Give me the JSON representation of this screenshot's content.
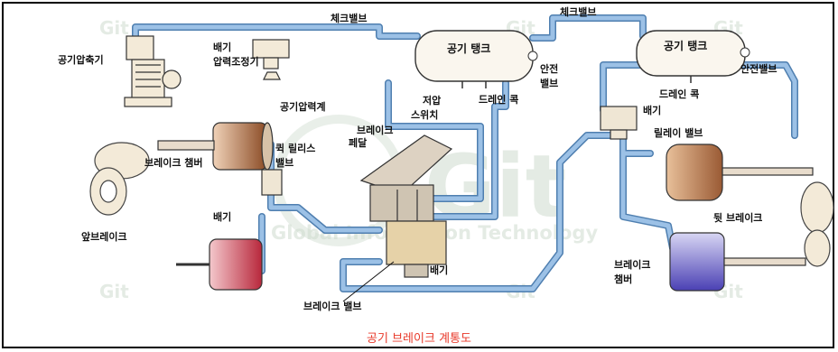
{
  "colors": {
    "pipe": "#9cc1e6",
    "pipe_edge": "#4f7fb0",
    "caption": "#e8392a",
    "watermark": "#cfdccf",
    "chamber_red": "#c0394a",
    "chamber_brown": "#9a5a34",
    "chamber_purple": "#6a62c8"
  },
  "labels": {
    "compressor": "공기압축기",
    "exhaust_regulator_1": "배기",
    "exhaust_regulator_2": "압력조정기",
    "check_valve_1": "체크밸브",
    "check_valve_2": "체크밸브",
    "tank_1": "공기 탱크",
    "tank_2": "공기 탱크",
    "low_pressure_1": "저압",
    "low_pressure_2": "스위치",
    "safety_1a": "안전",
    "safety_1b": "밸브",
    "drain_1": "드레인 콕",
    "safety_2": "안전밸브",
    "drain_2": "드레인 콕",
    "pressure_gauge": "공기압력계",
    "exhaust_top_right": "배기",
    "relay_valve": "릴레이 밸브",
    "brake_pedal_1": "브레이크",
    "brake_pedal_2": "페달",
    "quick_release_1": "퀵 릴리스",
    "quick_release_2": "밸브",
    "front_brake_chamber": "브레이크 챔버",
    "exhaust_left": "배기",
    "front_brake": "앞브레이크",
    "rear_brake": "뒷 브레이크",
    "rear_chamber_1": "브레이크",
    "rear_chamber_2": "챔버",
    "exhaust_center": "배기",
    "brake_valve": "브레이크 밸브"
  },
  "watermark": {
    "logo": "Git",
    "tagline": "Global Information Technology"
  },
  "caption": "공기 브레이크 계통도"
}
